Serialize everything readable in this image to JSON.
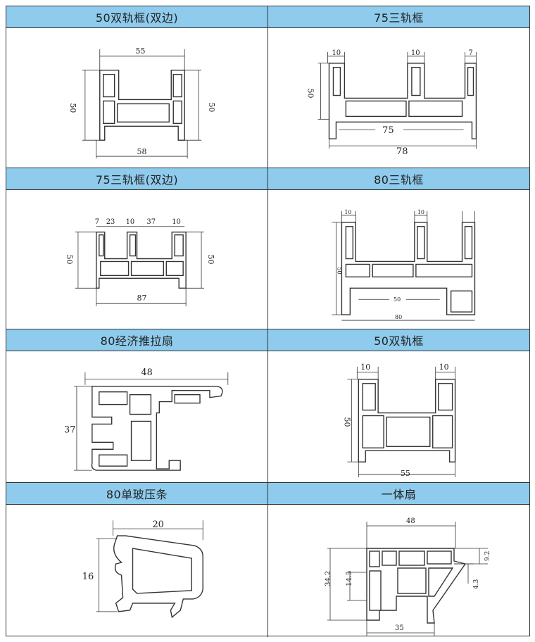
{
  "panels": [
    {
      "title": "50双轨框(双边)",
      "dims": [
        "55",
        "50",
        "50",
        "58"
      ]
    },
    {
      "title": "75三轨框",
      "dims": [
        "10",
        "10",
        "7",
        "50",
        "75",
        "78"
      ]
    },
    {
      "title": "75三轨框(双边)",
      "dims": [
        "7",
        "23",
        "10",
        "37",
        "10",
        "50",
        "50",
        "87"
      ]
    },
    {
      "title": "80三轨框",
      "dims": [
        "10",
        "10",
        "50",
        "50",
        "80"
      ]
    },
    {
      "title": "80经济推拉扇",
      "dims": [
        "48",
        "37"
      ]
    },
    {
      "title": "50双轨框",
      "dims": [
        "10",
        "10",
        "50",
        "55"
      ]
    },
    {
      "title": "80单玻压条",
      "dims": [
        "20",
        "16"
      ]
    },
    {
      "title": "一体扇",
      "dims": [
        "48",
        "9.2",
        "34.2",
        "14.5",
        "4.3",
        "35"
      ]
    }
  ]
}
